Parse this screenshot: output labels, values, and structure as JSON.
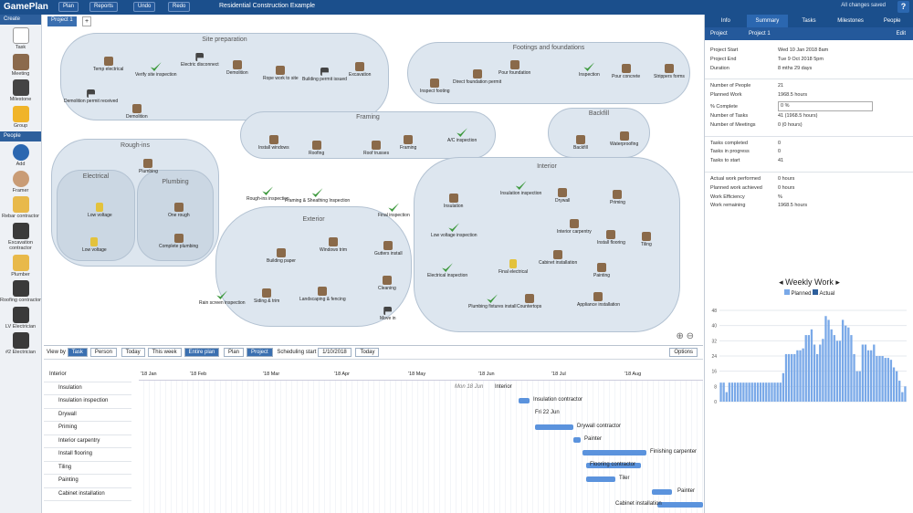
{
  "app": {
    "name": "GamePlan",
    "plan": "Plan",
    "reports": "Reports",
    "undo": "Undo",
    "redo": "Redo",
    "title": "Residential Construction Example",
    "saved": "All changes saved",
    "help": "?"
  },
  "left": {
    "create": "Create",
    "people": "People",
    "items": [
      "Task",
      "Meeting",
      "Milestone",
      "Group"
    ],
    "add": "Add",
    "persons": [
      "Framer",
      "Rebar contractor",
      "Excavation contractor",
      "Plumber",
      "Roofing contractor",
      "LV Electrician",
      "#2 Electrician"
    ]
  },
  "canvas": {
    "tab": "Project 1",
    "add": "+",
    "groups": [
      "Site preparation",
      "Footings and foundations",
      "Framing",
      "Backfill",
      "Rough-ins",
      "Electrical",
      "Plumbing",
      "Exterior",
      "Interior"
    ],
    "nodes": [
      "Temp electrical",
      "Verify site inspection",
      "Electric disconnect",
      "Demolition",
      "Rope work to site",
      "Building permit issued",
      "Excavation",
      "Demolition permit received",
      "Demolition",
      "Inspect footing",
      "Direct foundation permit",
      "Pour foundation",
      "Inspection",
      "Pour concrete",
      "Strippers forms",
      "Install windows",
      "Roofing",
      "Roof trusses",
      "Framing",
      "A/C inspection",
      "Backfill",
      "Waterproofing",
      "Framing & Sheathing Inspection",
      "Low voltage",
      "Plumbing",
      "One rough",
      "Complete plumbing",
      "Rough-ins inspection",
      "Low voltage",
      "Windows trim",
      "Building paper",
      "Rain screen inspection",
      "Siding & trim",
      "Landscaping & fencing",
      "Final inspection",
      "Gutters install",
      "Cleaning",
      "Move in",
      "Insulation",
      "Insulation inspection",
      "Drywall",
      "Priming",
      "Low voltage inspection",
      "Electrical inspection",
      "Final electrical",
      "Interior carpentry",
      "Install flooring",
      "Tiling",
      "Painting",
      "Cabinet installation",
      "Plumbing fixtures install",
      "Countertops",
      "Appliance installation"
    ]
  },
  "gantt": {
    "viewby": "View by",
    "task": "Task",
    "person": "Person",
    "today": "Today",
    "thisweek": "This week",
    "entire": "Entire plan",
    "plan": "Plan",
    "project": "Project",
    "schedlabel": "Scheduling start",
    "sched": "1/10/2018",
    "todaybtn": "Today",
    "options": "Options",
    "months": [
      "'18 Jan",
      "'18 Feb",
      "'18 Mar",
      "'18 Apr",
      "'18 May",
      "'18 Jun",
      "'18 Jul",
      "'18 Aug"
    ],
    "rows": [
      "Interior",
      "Insulation",
      "Insulation inspection",
      "Drywall",
      "Priming",
      "Interior carpentry",
      "Install flooring",
      "Tiling",
      "Painting",
      "Cabinet installation"
    ],
    "bars": [
      {
        "l": "Interior"
      },
      {
        "l": "Insulation contractor"
      },
      {
        "l": "Fri 22 Jun"
      },
      {
        "l": "Drywall contractor"
      },
      {
        "l": "Painter"
      },
      {
        "l": "Finishing carpenter"
      },
      {
        "l": "Flooring contractor"
      },
      {
        "l": "Tiler"
      },
      {
        "l": "Painter"
      },
      {
        "l": "Cabinet installation"
      }
    ],
    "mon": "Mon 18 Jun"
  },
  "right": {
    "tabs": [
      "Info",
      "Summary",
      "Tasks",
      "Milestones",
      "People"
    ],
    "project": "Project",
    "projname": "Project 1",
    "edit": "Edit",
    "rows": [
      [
        "Project Start",
        "Wed 10 Jan 2018 8am"
      ],
      [
        "Project End",
        "Tue 9 Oct 2018 5pm"
      ],
      [
        "Duration",
        "8 mths 29 days"
      ]
    ],
    "rows2": [
      [
        "Number of People",
        "21"
      ],
      [
        "Planned Work",
        "1968.5 hours"
      ],
      [
        "% Complete",
        "0 %"
      ],
      [
        "Number of Tasks",
        "41 (1968.5 hours)"
      ],
      [
        "Number of Meetings",
        "0 (0 hours)"
      ]
    ],
    "rows3": [
      [
        "Tasks completed",
        "0"
      ],
      [
        "Tasks in progress",
        "0"
      ],
      [
        "Tasks to start",
        "41"
      ]
    ],
    "rows4": [
      [
        "Actual work performed",
        "0 hours"
      ],
      [
        "Planned work achieved",
        "0 hours"
      ],
      [
        "Work Efficiency",
        "%"
      ],
      [
        "Work remaining",
        "1968.5 hours"
      ]
    ],
    "weekly": "Weekly Work",
    "planned": "Planned",
    "actual": "Actual",
    "yticks": [
      "48",
      "40",
      "32",
      "24",
      "16",
      "8",
      "0"
    ]
  },
  "chart_data": {
    "type": "bar",
    "title": "Weekly Work",
    "series": [
      {
        "name": "Planned",
        "values": [
          10,
          10,
          5,
          10,
          10,
          10,
          10,
          10,
          10,
          10,
          10,
          10,
          10,
          10,
          10,
          10,
          10,
          10,
          10,
          10,
          10,
          10,
          15,
          25,
          25,
          25,
          25,
          27,
          27,
          28,
          35,
          35,
          38,
          30,
          25,
          30,
          33,
          45,
          43,
          38,
          35,
          32,
          32,
          43,
          40,
          39,
          35,
          25,
          16,
          16,
          30,
          30,
          27,
          27,
          30,
          24,
          24,
          24,
          23,
          23,
          22,
          18,
          16,
          11,
          5,
          8
        ]
      },
      {
        "name": "Actual",
        "values": []
      }
    ],
    "ylim": [
      0,
      48
    ]
  }
}
